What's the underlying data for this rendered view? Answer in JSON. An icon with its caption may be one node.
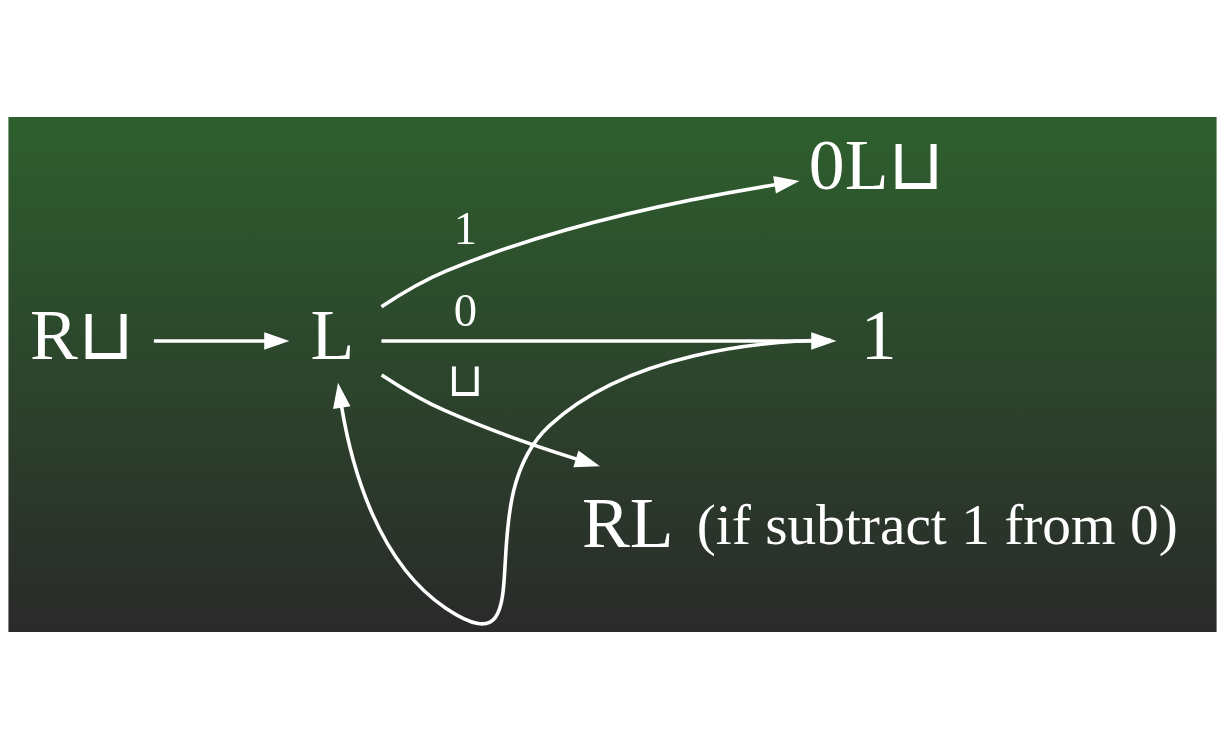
{
  "diagram": {
    "nodes": [
      {
        "text": [
          "R⊔"
        ]
      },
      {
        "text": [
          "L"
        ]
      },
      {
        "text": [
          "0L⊔"
        ]
      },
      {
        "text": [
          "1"
        ]
      },
      {
        "text": [
          "RL"
        ],
        "beside": [
          "(if subtract 1 from 0)"
        ]
      }
    ],
    "edges": [
      {
        "from": 0,
        "to": 1,
        "arrow": "to"
      },
      {
        "from": 1,
        "to": 2,
        "arrow": "to",
        "label": "1"
      },
      {
        "from": 1,
        "to": 3,
        "arrow": "to",
        "label": "0"
      },
      {
        "from": 3,
        "to": 1,
        "arrow": "to"
      },
      {
        "from": 1,
        "to": 4,
        "arrow": "to",
        "label": "⊔"
      }
    ]
  }
}
